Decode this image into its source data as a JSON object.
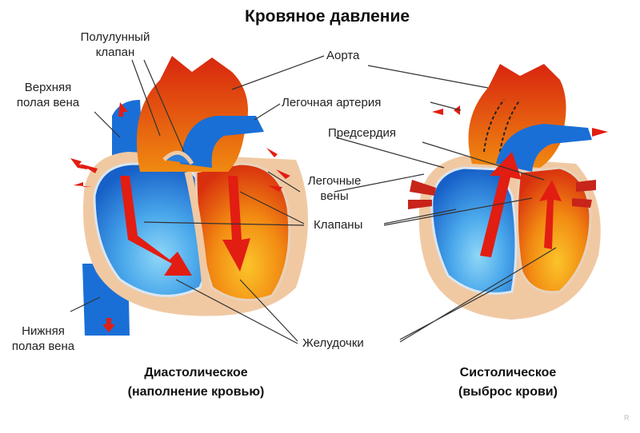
{
  "title": "Кровяное давление",
  "labels": {
    "semilunar_valve": [
      "Полулунный",
      "клапан"
    ],
    "superior_vena_cava": [
      "Верхняя",
      "полая вена"
    ],
    "inferior_vena_cava": [
      "Нижняя",
      "полая вена"
    ],
    "aorta": "Аорта",
    "pulmonary_artery": "Легочная артерия",
    "atria": "Предсердия",
    "pulmonary_veins": [
      "Легочные",
      "вены"
    ],
    "valves": "Клапаны",
    "ventricles": "Желудочки"
  },
  "captions": {
    "diastolic": [
      "Диастолическое",
      "(наполнение кровью)"
    ],
    "systolic": [
      "Систолическое",
      "(выброс крови)"
    ]
  },
  "watermark": "R",
  "colors": {
    "venous_blue": "#1a6fd6",
    "venous_light": "#57b8ef",
    "arterial_red": "#d42a10",
    "arterial_orange": "#f08a10",
    "arterial_yellow": "#f9b820",
    "heart_wall": "#f0c9a3",
    "arrow_red": "#e21d12",
    "line": "#333333"
  }
}
